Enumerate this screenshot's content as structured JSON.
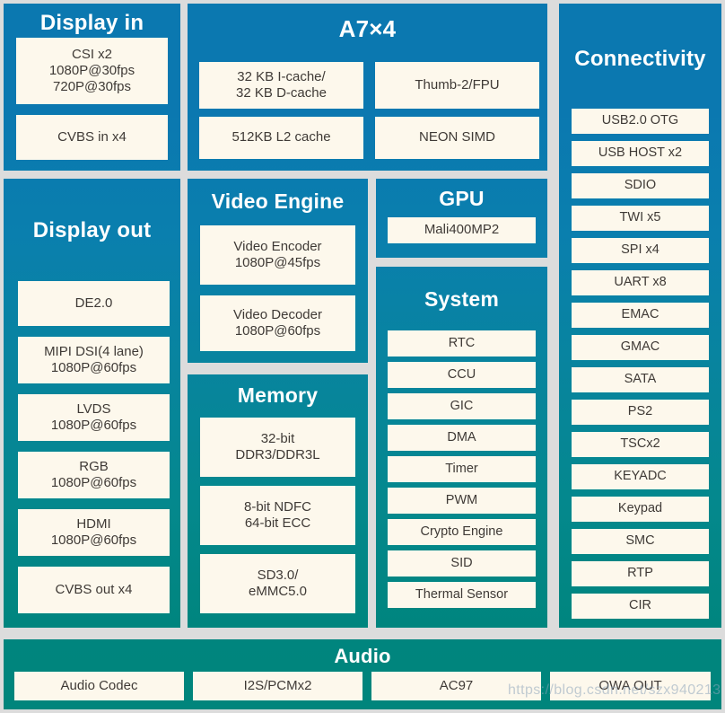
{
  "meta": {
    "watermark": "https://blog.csdn.net/szx940213",
    "colors": {
      "background": "#dcdcdc",
      "panel_top": "#0b78b0",
      "panel_bottom": "#00857e",
      "box_fill": "#fdf8ec",
      "box_text": "#3f3a36",
      "title_text": "#ffffff"
    }
  },
  "panels": {
    "display_in": {
      "title": "Display in",
      "boxes": [
        {
          "label": "CSI x2\n1080P@30fps\n720P@30fps"
        },
        {
          "label": "CVBS in x4"
        }
      ]
    },
    "cpu": {
      "title": "A7×4",
      "boxes": [
        {
          "label": "32 KB I-cache/\n32 KB D-cache"
        },
        {
          "label": "Thumb-2/FPU"
        },
        {
          "label": "512KB L2 cache"
        },
        {
          "label": "NEON SIMD"
        }
      ]
    },
    "connectivity": {
      "title": "Connectivity",
      "boxes": [
        {
          "label": "USB2.0 OTG"
        },
        {
          "label": "USB HOST x2"
        },
        {
          "label": "SDIO"
        },
        {
          "label": "TWI x5"
        },
        {
          "label": "SPI x4"
        },
        {
          "label": "UART x8"
        },
        {
          "label": "EMAC"
        },
        {
          "label": "GMAC"
        },
        {
          "label": "SATA"
        },
        {
          "label": "PS2"
        },
        {
          "label": "TSCx2"
        },
        {
          "label": "KEYADC"
        },
        {
          "label": "Keypad"
        },
        {
          "label": "SMC"
        },
        {
          "label": "RTP"
        },
        {
          "label": "CIR"
        }
      ]
    },
    "display_out": {
      "title": "Display out",
      "boxes": [
        {
          "label": "DE2.0"
        },
        {
          "label": "MIPI DSI(4 lane)\n1080P@60fps"
        },
        {
          "label": "LVDS\n1080P@60fps"
        },
        {
          "label": "RGB\n1080P@60fps"
        },
        {
          "label": "HDMI\n1080P@60fps"
        },
        {
          "label": "CVBS out x4"
        }
      ]
    },
    "video_engine": {
      "title": "Video Engine",
      "boxes": [
        {
          "label": "Video Encoder\n1080P@45fps"
        },
        {
          "label": "Video Decoder\n1080P@60fps"
        }
      ]
    },
    "memory": {
      "title": "Memory",
      "boxes": [
        {
          "label": "32-bit\nDDR3/DDR3L"
        },
        {
          "label": "8-bit NDFC\n64-bit ECC"
        },
        {
          "label": "SD3.0/\neMMC5.0"
        }
      ]
    },
    "gpu": {
      "title": "GPU",
      "boxes": [
        {
          "label": "Mali400MP2"
        }
      ]
    },
    "system": {
      "title": "System",
      "boxes": [
        {
          "label": "RTC"
        },
        {
          "label": "CCU"
        },
        {
          "label": "GIC"
        },
        {
          "label": "DMA"
        },
        {
          "label": "Timer"
        },
        {
          "label": "PWM"
        },
        {
          "label": "Crypto Engine"
        },
        {
          "label": "SID"
        },
        {
          "label": "Thermal Sensor"
        }
      ]
    },
    "audio": {
      "title": "Audio",
      "boxes": [
        {
          "label": "Audio Codec"
        },
        {
          "label": "I2S/PCMx2"
        },
        {
          "label": "AC97"
        },
        {
          "label": "OWA OUT"
        }
      ]
    }
  }
}
